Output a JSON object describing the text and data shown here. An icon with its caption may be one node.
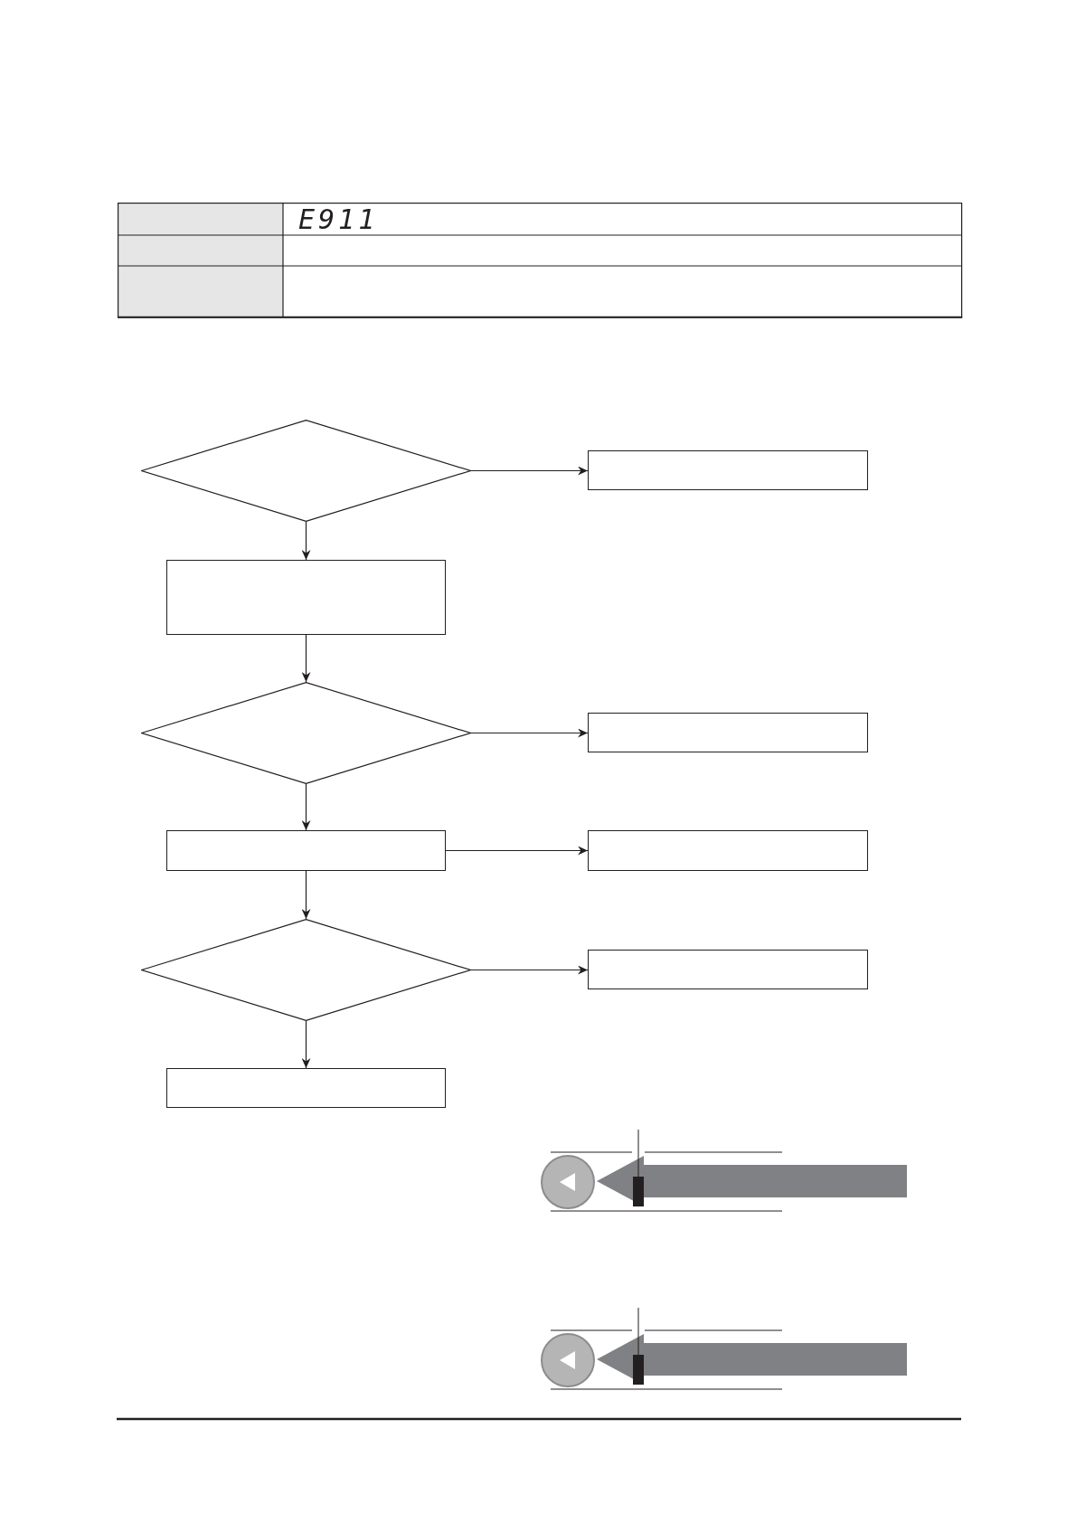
{
  "diagram": {
    "nodes": [
      {
        "text": [],
        "shape": "diamond"
      },
      {
        "text": [],
        "shape": "box"
      },
      {
        "text": [],
        "shape": "box"
      },
      {
        "text": [],
        "shape": "diamond"
      },
      {
        "text": [],
        "shape": "box"
      },
      {
        "text": [],
        "shape": "box"
      },
      {
        "text": [],
        "shape": "box"
      },
      {
        "text": [],
        "shape": "diamond"
      },
      {
        "text": [],
        "shape": "box"
      },
      {
        "text": [],
        "shape": "box"
      }
    ],
    "edges": [
      {
        "from": 0,
        "to": 1,
        "arrow": "to"
      },
      {
        "from": 0,
        "to": 2,
        "arrow": "to"
      },
      {
        "from": 2,
        "to": 3,
        "arrow": "to"
      },
      {
        "from": 3,
        "to": 4,
        "arrow": "to"
      },
      {
        "from": 3,
        "to": 5,
        "arrow": "to"
      },
      {
        "from": 5,
        "to": 6,
        "arrow": "to"
      },
      {
        "from": 5,
        "to": 7,
        "arrow": "to"
      },
      {
        "from": 7,
        "to": 8,
        "arrow": "to"
      },
      {
        "from": 7,
        "to": 9,
        "arrow": "to"
      }
    ],
    "labels": [
      "E911"
    ]
  }
}
